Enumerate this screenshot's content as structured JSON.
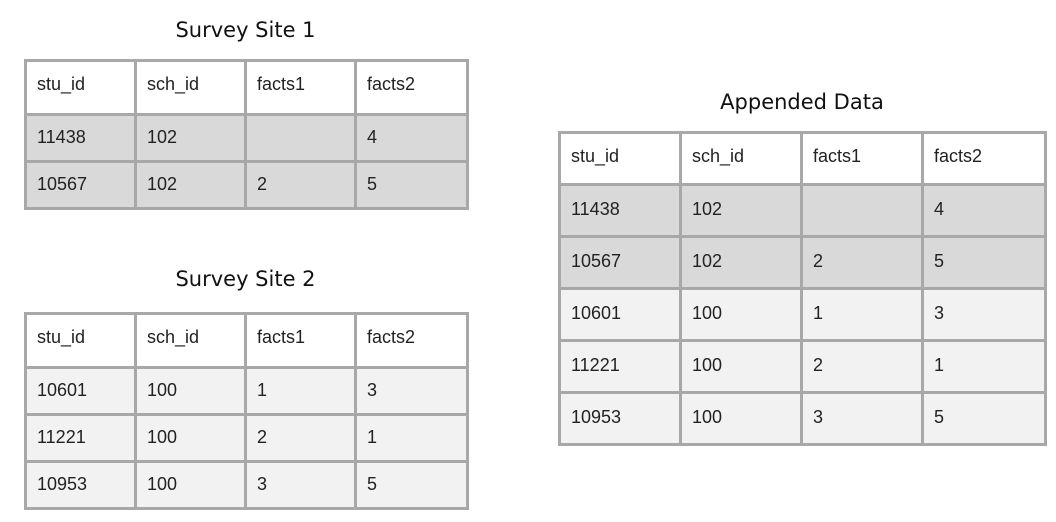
{
  "site1": {
    "title": "Survey Site 1",
    "columns": [
      "stu_id",
      "sch_id",
      "facts1",
      "facts2"
    ],
    "rows": [
      [
        "11438",
        "102",
        "",
        "4"
      ],
      [
        "10567",
        "102",
        "2",
        "5"
      ]
    ]
  },
  "site2": {
    "title": "Survey Site 2",
    "columns": [
      "stu_id",
      "sch_id",
      "facts1",
      "facts2"
    ],
    "rows": [
      [
        "10601",
        "100",
        "1",
        "3"
      ],
      [
        "11221",
        "100",
        "2",
        "1"
      ],
      [
        "10953",
        "100",
        "3",
        "5"
      ]
    ]
  },
  "appended": {
    "title": "Appended Data",
    "columns": [
      "stu_id",
      "sch_id",
      "facts1",
      "facts2"
    ],
    "rows": [
      [
        "11438",
        "102",
        "",
        "4"
      ],
      [
        "10567",
        "102",
        "2",
        "5"
      ],
      [
        "10601",
        "100",
        "1",
        "3"
      ],
      [
        "11221",
        "100",
        "2",
        "1"
      ],
      [
        "10953",
        "100",
        "3",
        "5"
      ]
    ]
  },
  "colors": {
    "border": "#a8a8a8",
    "header_bg": "#ffffff",
    "site1_row_bg": "#d9d9d9",
    "site2_row_bg": "#f2f2f2"
  }
}
